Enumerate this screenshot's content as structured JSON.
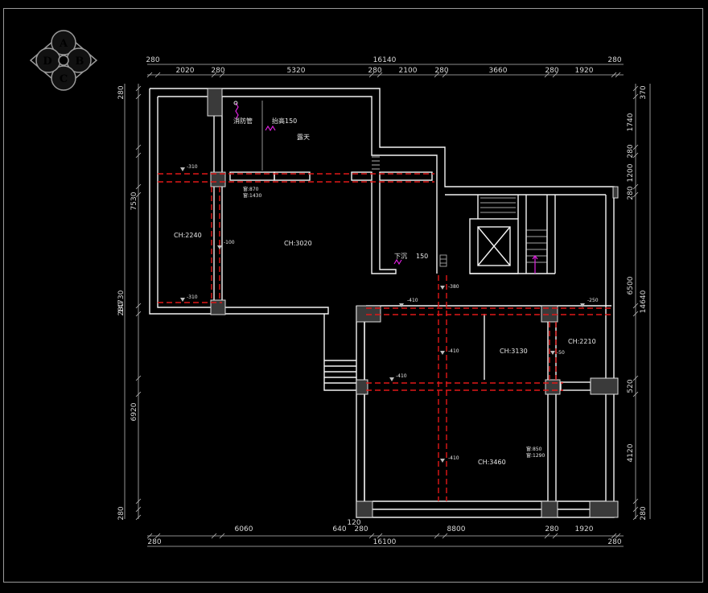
{
  "compass": {
    "top": "A",
    "right": "B",
    "bottom": "C",
    "left": "D"
  },
  "dims_top_total": "16140",
  "dims_top": [
    "280",
    "2020",
    "280",
    "5320",
    "280",
    "2100",
    "280",
    "3660",
    "280",
    "1920",
    "280"
  ],
  "dims_bottom_total": "16100",
  "dims_bottom": [
    "280",
    "6060",
    "640",
    "120",
    "280",
    "8800",
    "280",
    "1920",
    "280"
  ],
  "dims_left_total": "14730",
  "dims_left": [
    "280",
    "7530",
    "280",
    "6920",
    "280"
  ],
  "dims_right_total": "14640",
  "dims_right": [
    "370",
    "1740",
    "280",
    "1200",
    "280",
    "6500",
    "520",
    "4120",
    "280"
  ],
  "rooms": {
    "ch_2240": "CH:2240",
    "ch_3020": "CH:3020",
    "ch_3130": "CH:3130",
    "ch_2210": "CH:2210",
    "ch_3460": "CH:3460"
  },
  "annotations": {
    "xiaofang": "消防管",
    "taigao": "抬高150",
    "lutian": "露天",
    "xiachen": "下沉",
    "xiachen_val": "150",
    "win1_a": "窗:870",
    "win1_b": "窗:1430",
    "win2_a": "窗:850",
    "win2_b": "窗:1290"
  },
  "levels": [
    "-310",
    "-100",
    "-310",
    "-380",
    "-410",
    "-250",
    "-410",
    "-50",
    "-410",
    "-410"
  ]
}
